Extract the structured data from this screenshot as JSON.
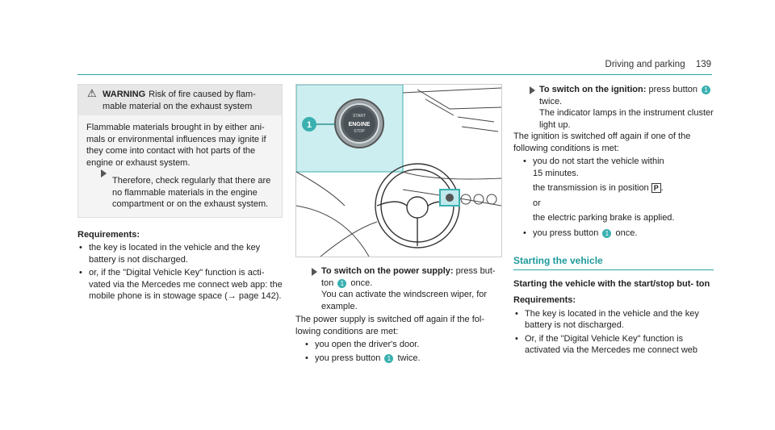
{
  "header": {
    "section": "Driving and parking",
    "page": "139"
  },
  "col1": {
    "warning": {
      "label": "WARNING",
      "headline_rest": "Risk of fire caused by flam- mable material on the exhaust system",
      "body": "Flammable materials brought in by either ani- mals or environmental influences may ignite if they come into contact with hot parts of the engine or exhaust system.",
      "step": "Therefore, check regularly that there are no flammable materials in the engine compartment or on the exhaust system."
    },
    "requirements_title": "Requirements:",
    "requirements": [
      "the key is located in the vehicle and the key battery is not discharged.",
      "or, if the \"Digital Vehicle Key\" function is acti- vated via the Mercedes me connect web app: the mobile phone is in stowage space (→ page 142)."
    ]
  },
  "image": {
    "button_label_top": "START",
    "button_label_mid": "ENGINE",
    "button_label_bottom": "STOP",
    "callout": "1",
    "colors": {
      "inset_bg": "#cdeef0",
      "accent": "#3ab0b0"
    }
  },
  "col2": {
    "step_title": "To switch on the power supply:",
    "step_text_a": "press but- ton",
    "step_badge": "1",
    "step_text_b": "once.",
    "step_text_c": "You can activate the windscreen wiper, for example.",
    "para": "The power supply is switched off again if the fol- lowing conditions are met:",
    "bullets": [
      {
        "a": "you open the driver's door.",
        "badge": "",
        "b": ""
      },
      {
        "a": "you press button",
        "badge": "1",
        "b": "twice."
      }
    ]
  },
  "col3": {
    "step_title": "To switch on the ignition:",
    "step_text_a": "press button",
    "step_badge": "1",
    "step_text_b": "twice.",
    "step_text_c": "The indicator lamps in the instrument cluster light up.",
    "para": "The ignition is switched off again if one of the following conditions is met:",
    "bullet1_a": "you do not start the vehicle within",
    "bullet1_b": "15 minutes.",
    "bullet1_c": "the transmission is in position",
    "bullet1_p": "P",
    "bullet1_or": "or",
    "bullet1_d": "the electric parking brake is applied.",
    "bullet2_a": "you press button",
    "bullet2_badge": "1",
    "bullet2_b": "once.",
    "section_title": "Starting the vehicle",
    "sub_title": "Starting the vehicle with the start/stop but- ton",
    "requirements_title": "Requirements:",
    "requirements": [
      "The key is located in the vehicle and the key battery is not discharged.",
      "Or, if the \"Digital Vehicle Key\" function is activated via the Mercedes me connect web"
    ]
  }
}
